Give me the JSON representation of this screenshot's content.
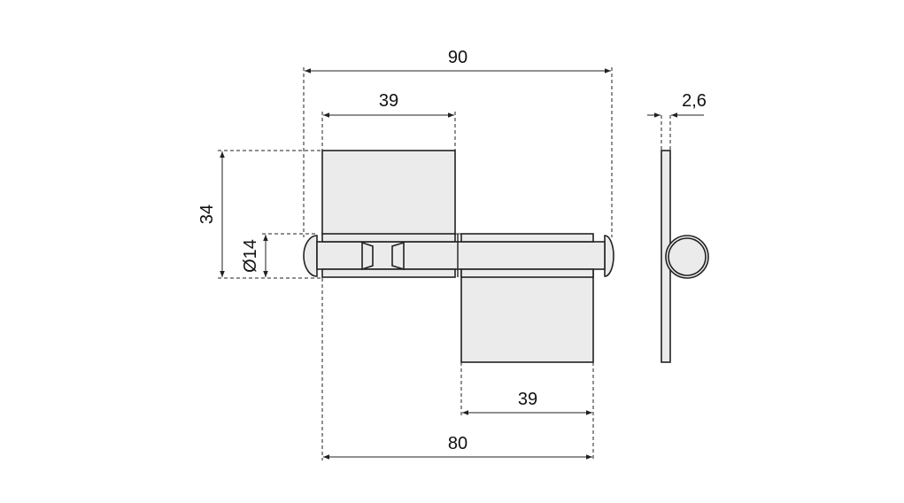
{
  "drawing": {
    "title": "Hinge dimension drawing",
    "dimensions": {
      "overall_width": "90",
      "upper_leaf_width": "39",
      "lower_leaf_width": "39",
      "leaf_span": "80",
      "height": "34",
      "knuckle_diameter": "Ø14",
      "thickness": "2,6"
    },
    "colors": {
      "fill": "#ebebeb",
      "stroke": "#222222"
    }
  }
}
